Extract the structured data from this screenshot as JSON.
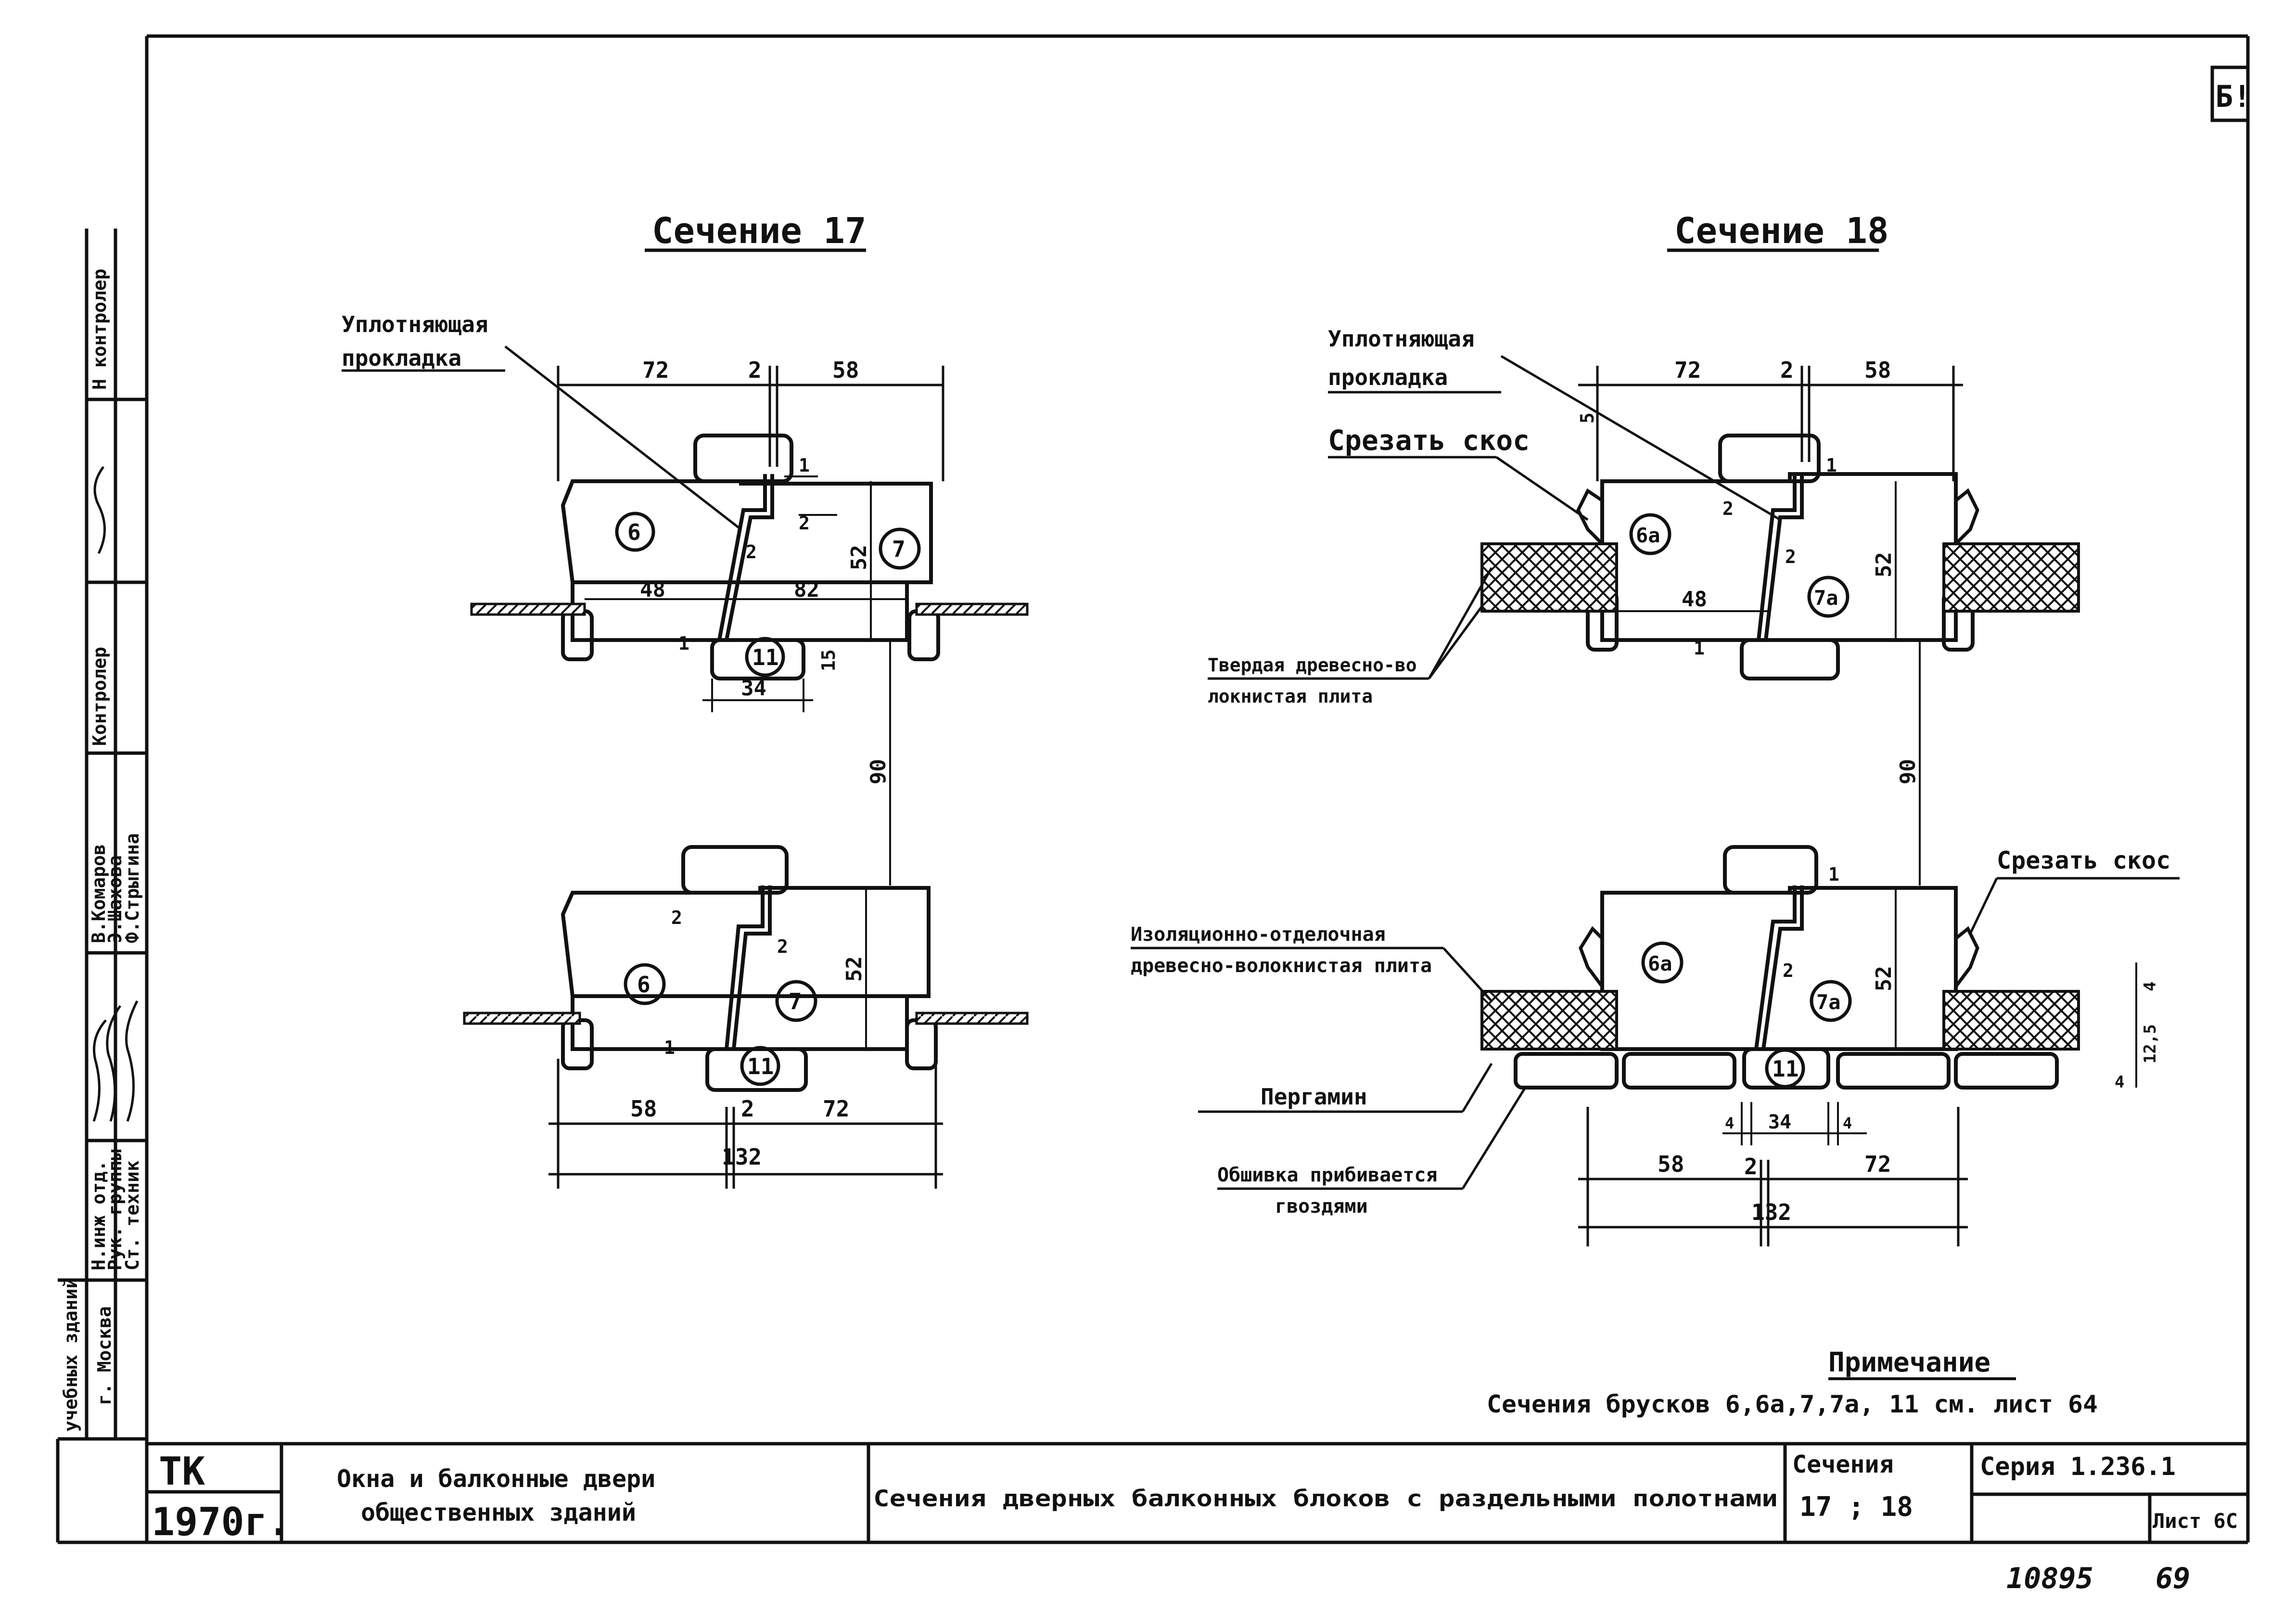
{
  "sheet_corner": "Б!",
  "sections": [
    {
      "title": "Сечение 17",
      "seal_label": [
        "Уплотняющая",
        "прокладка"
      ],
      "top_dims": [
        "72",
        "2",
        "58"
      ],
      "inner_dims": [
        "1",
        "2",
        "2",
        "52",
        "48",
        "82",
        "1",
        "15",
        "34"
      ],
      "vertical_dim": "90",
      "lower_dims": [
        "2",
        "2",
        "52",
        "1"
      ],
      "bottom_dims": [
        "58",
        "2",
        "72",
        "132"
      ],
      "parts": [
        "6",
        "7",
        "11",
        "6",
        "7",
        "11"
      ]
    },
    {
      "title": "Сечение 18",
      "seal_label": [
        "Уплотняющая",
        "прокладка"
      ],
      "cut_label_top": "Срезать скос",
      "board_label": [
        "Твердая древесно-во",
        "локнистая плита"
      ],
      "top_dims": [
        "72",
        "2",
        "58"
      ],
      "inner_dims": [
        "5",
        "1",
        "2",
        "2",
        "52",
        "48",
        "1"
      ],
      "vertical_dim": "90",
      "cut_label_bottom": "Срезать скос",
      "insul_label": [
        "Изоляционно-отделочная",
        "древесно-волокнистая плита"
      ],
      "pergamin_label": "Пергамин",
      "cladding_label": [
        "Обшивка прибивается",
        "гвоздями"
      ],
      "lower_dims": [
        "1",
        "2",
        "52",
        "4",
        "12,5",
        "4"
      ],
      "bottom_dims": [
        "4",
        "34",
        "4",
        "58",
        "2",
        "72",
        "132"
      ],
      "parts": [
        "6а",
        "7а",
        "6а",
        "7а",
        "11"
      ]
    }
  ],
  "note": {
    "title": "Примечание",
    "text": "Сечения брусков 6,6а,7,7а, 11 см. лист 64"
  },
  "side_stamp": {
    "org": [
      "учебных зданий",
      "г. Москва"
    ],
    "roles": [
      "Н.инж отд.",
      "Рук. группы",
      "Ст. техник"
    ],
    "names": [
      "В.Комаров",
      "Э.Шахова",
      "Ф.Стрыгина"
    ],
    "extra": [
      "Контролер",
      "Н контролер"
    ]
  },
  "title_block": {
    "org": "ТК",
    "year": "1970г.",
    "product": [
      "Окна и балконные двери",
      "общественных зданий"
    ],
    "subject": "Сечения дверных балконных блоков с раздельными полотнами",
    "sections_label": "Сечения",
    "sections_value": "17 ; 18",
    "series": "Серия 1.236.1",
    "sheet": "Лист 6С"
  },
  "footer": {
    "archive": "10895",
    "page": "69"
  }
}
